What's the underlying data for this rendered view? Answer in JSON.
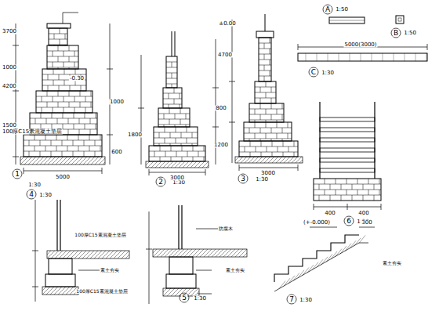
{
  "diagram": {
    "labels": [
      "1",
      "1:30",
      "2",
      "1:30",
      "3",
      "1:30",
      "A",
      "1:50",
      "B",
      "1:50",
      "C",
      "1:30",
      "5000(3000)",
      "6",
      "1:30",
      "400",
      "400",
      "4",
      "1:30",
      "5",
      "1:30",
      "7",
      "1:30",
      "(+-0.000)",
      "300",
      "5000",
      "3000",
      "3000",
      "1500",
      "1000",
      "1000",
      "600",
      "800",
      "1200",
      "1800",
      "4700",
      "3700",
      "4200",
      "±0.00",
      "-0.30",
      "100厚C15素混凝土垫层",
      "素土夯实",
      "100厚C15素混凝土垫层",
      "素土夯实",
      "防腐木",
      "100厚C15素混凝土垫层",
      "素土夯实"
    ]
  }
}
